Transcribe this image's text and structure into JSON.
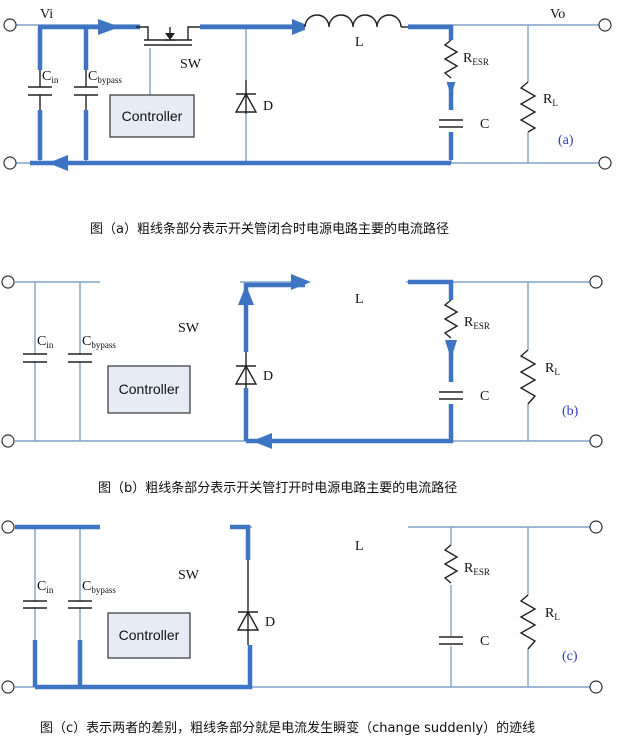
{
  "labels": {
    "vi": "Vi",
    "vo": "Vo",
    "c": "C",
    "c_in": "in",
    "c_bypass": "bypass",
    "r": "R",
    "r_esr": "ESR",
    "r_l": "L",
    "inductor": "L",
    "sw": "SW",
    "diode": "D",
    "cap_c": "C",
    "controller": "Controller"
  },
  "panels": [
    {
      "tag": "(a)",
      "caption": "图（a）粗线条部分表示开关管闭合时电源电路主要的电流路径"
    },
    {
      "tag": "(b)",
      "caption": "图（b）粗线条部分表示开关管打开时电源电路主要的电流路径"
    },
    {
      "tag": "(c)",
      "caption": "图（c）表示两者的差别，粗线条部分就是电流发生瞬变（change suddenly）的迹线"
    }
  ],
  "colors": {
    "thin_wire": "#7fa3c7",
    "thick_path": "#3e74c4",
    "controller_fill": "#e6ebf5",
    "tag_text": "#2a3bc4"
  }
}
